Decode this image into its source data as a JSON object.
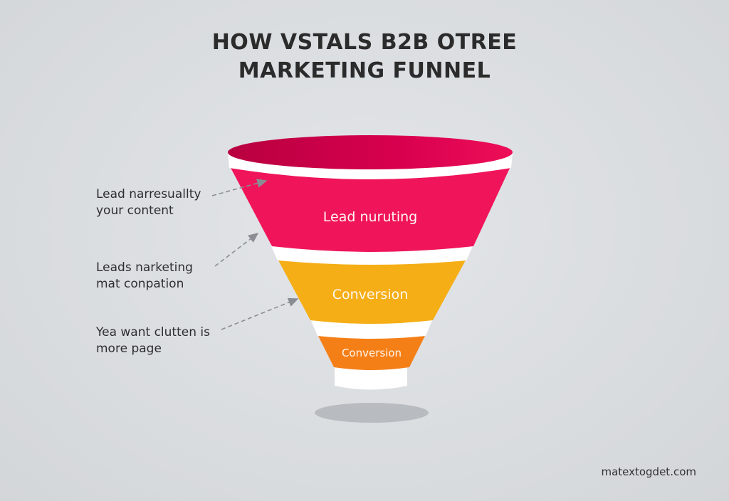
{
  "title": {
    "line1": "HOW VSTALS B2B OTREE",
    "line2": "MARKETING FUNNEL"
  },
  "annotations": [
    {
      "line1": "Lead narresuallty",
      "line2": "your content"
    },
    {
      "line1": "Leads narketing",
      "line2": "mat conpation"
    },
    {
      "line1": "Yea want clutten is",
      "line2": "more page"
    }
  ],
  "stages": [
    {
      "label": "Lead nuruting",
      "color": "#f0155a"
    },
    {
      "label": "Conversion",
      "color": "#f5ae16"
    },
    {
      "label": "Conversion",
      "color": "#f57f17"
    }
  ],
  "colors": {
    "rim_inner": "#c4004a",
    "band": "#ffffff",
    "shadow": "#b8bcc1",
    "arrow": "#8a8e94",
    "text": "#2e2e2e"
  },
  "footer": {
    "website": "matextogdet.com"
  }
}
